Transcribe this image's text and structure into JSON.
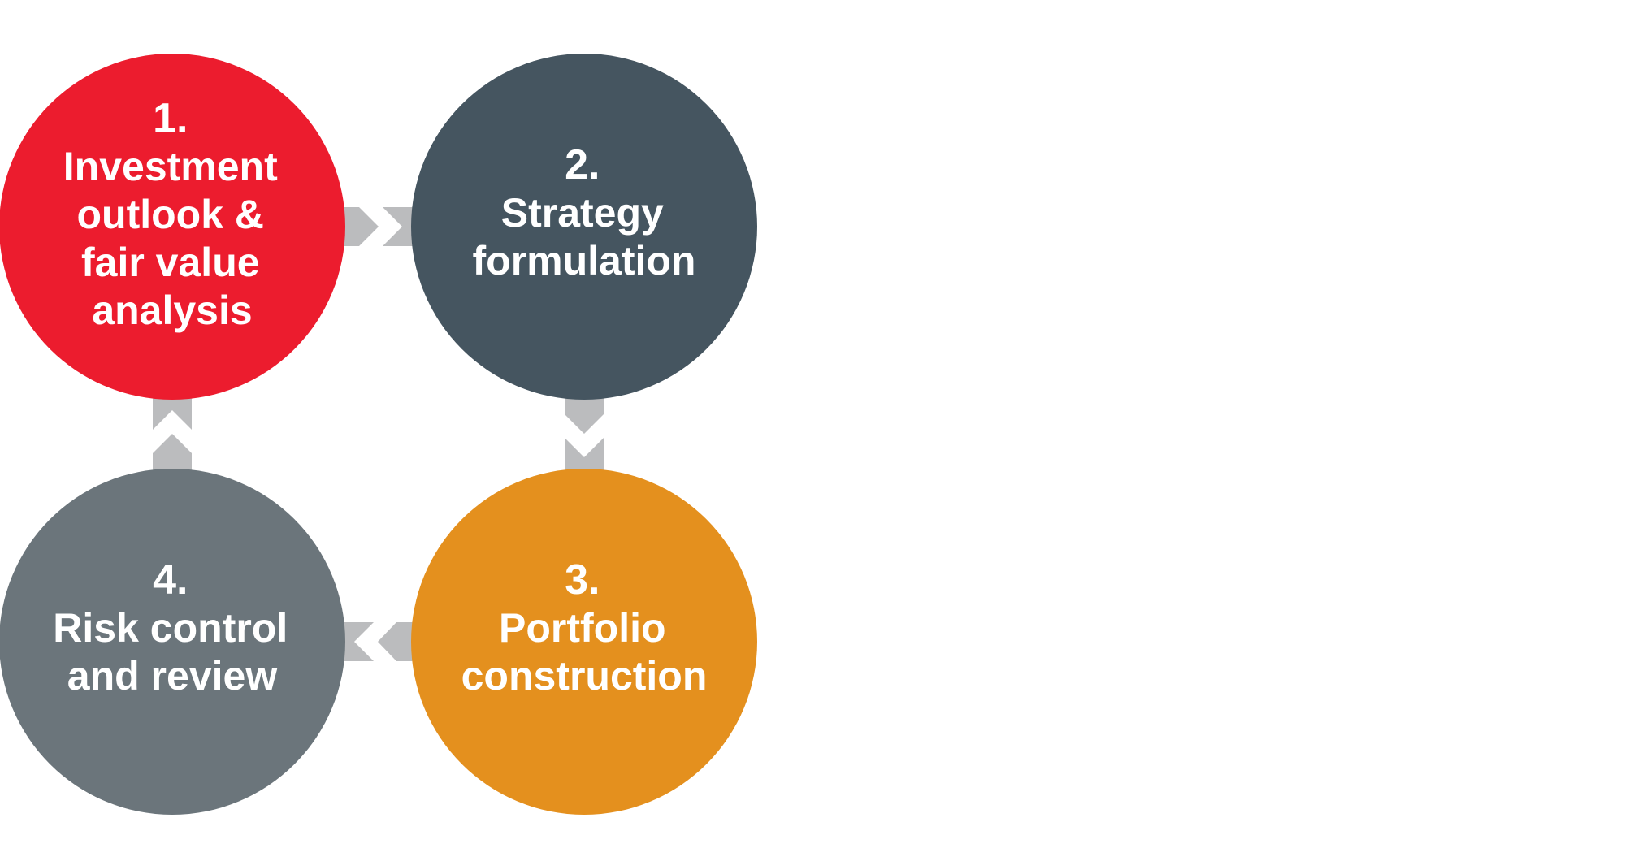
{
  "colors": {
    "step1": "#ec1c2e",
    "step2": "#455560",
    "step3": "#e4901e",
    "step4": "#6b757b",
    "connector": "#bbbcbe",
    "text": "#ffffff",
    "background": "#ffffff"
  },
  "steps": [
    {
      "number": "1.",
      "lines": [
        "Investment",
        "outlook &",
        "fair value",
        "analysis"
      ]
    },
    {
      "number": "2.",
      "lines": [
        "Strategy",
        "formulation"
      ]
    },
    {
      "number": "3.",
      "lines": [
        "Portfolio",
        "construction"
      ]
    },
    {
      "number": "4.",
      "lines": [
        "Risk control",
        "and review"
      ]
    }
  ]
}
